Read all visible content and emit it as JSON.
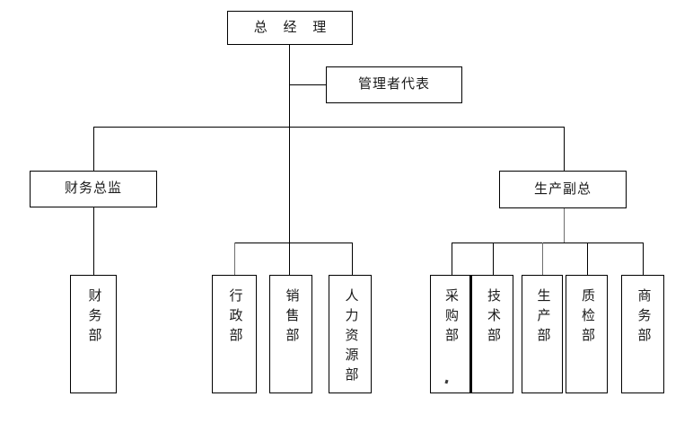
{
  "diagram": {
    "title": "组织结构图",
    "background": "#ffffff",
    "line_color": "#000000",
    "text_color": "#1a1a1a"
  },
  "nodes": {
    "general_manager": {
      "label": "总 经 理"
    },
    "management_rep": {
      "label": "管理者代表"
    },
    "finance_director": {
      "label": "财务总监"
    },
    "production_vp": {
      "label": "生产副总"
    },
    "finance_dept": {
      "label": "财务部"
    },
    "admin_dept": {
      "label": "行政部"
    },
    "sales_dept": {
      "label": "销售部"
    },
    "hr_dept": {
      "label": "人力资源部"
    },
    "purchasing_dept": {
      "label": "采购部"
    },
    "technology_dept": {
      "label": "技术部"
    },
    "production_dept": {
      "label": "生产部"
    },
    "quality_dept": {
      "label": "质检部"
    },
    "business_dept": {
      "label": "商务部"
    }
  },
  "levels": {
    "top": [
      "general_manager"
    ],
    "staff": [
      "management_rep"
    ],
    "second": [
      "finance_director",
      "production_vp"
    ],
    "departments": [
      "finance_dept",
      "admin_dept",
      "sales_dept",
      "hr_dept",
      "purchasing_dept",
      "technology_dept",
      "production_dept",
      "quality_dept",
      "business_dept"
    ]
  }
}
